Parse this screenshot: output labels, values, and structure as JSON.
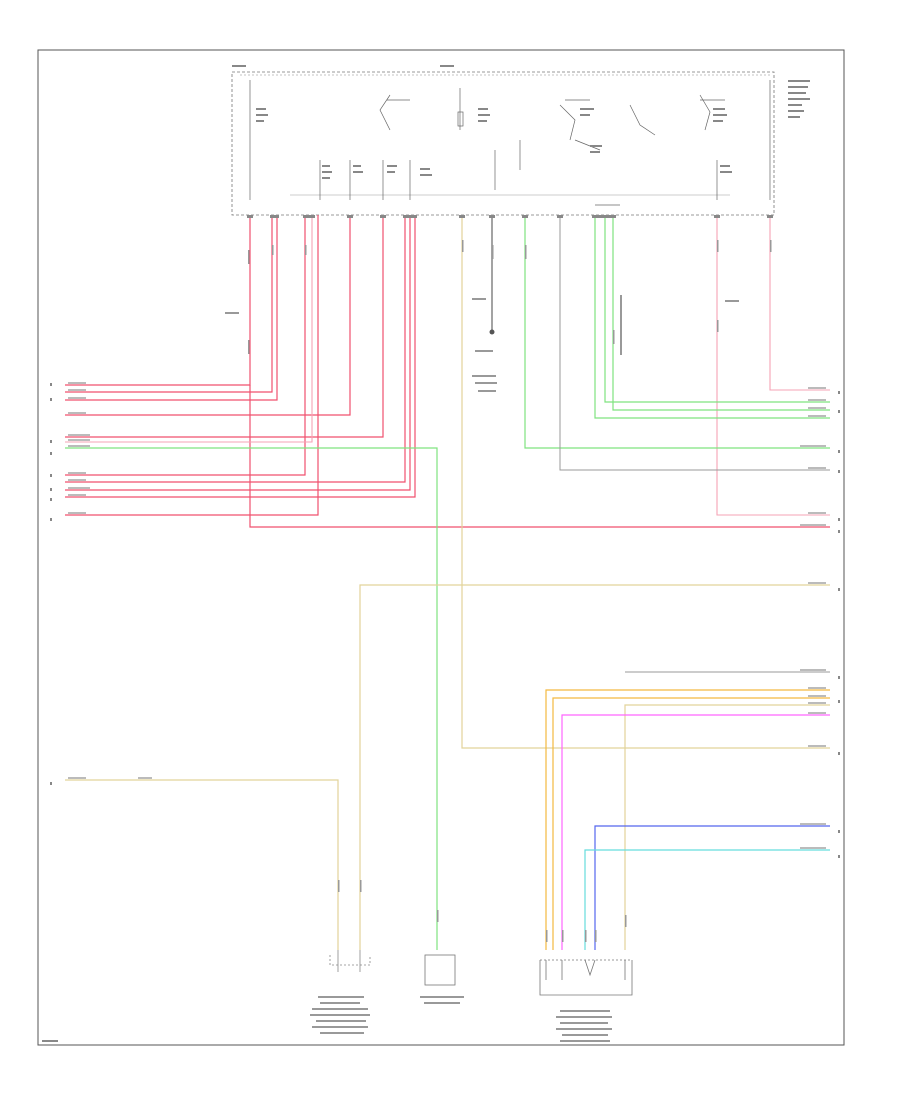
{
  "diagram": {
    "page_code": "",
    "palette": {
      "red": "#f0506e",
      "pink": "#f6a3b5",
      "green": "#7fe37f",
      "green_dark": "#43c043",
      "tan": "#e2d39a",
      "orange": "#f4b940",
      "magenta": "#ff66ff",
      "blue": "#5566ee",
      "cyan": "#66dddd",
      "gray": "#9a9a9a",
      "frame": "#555555",
      "box_dash": "#777777"
    },
    "components": [
      {
        "id": "control-module",
        "name": ""
      },
      {
        "id": "transmission-connector",
        "name": ""
      },
      {
        "id": "automatic-transmission",
        "name": ""
      },
      {
        "id": "range-switch",
        "name": ""
      }
    ]
  }
}
